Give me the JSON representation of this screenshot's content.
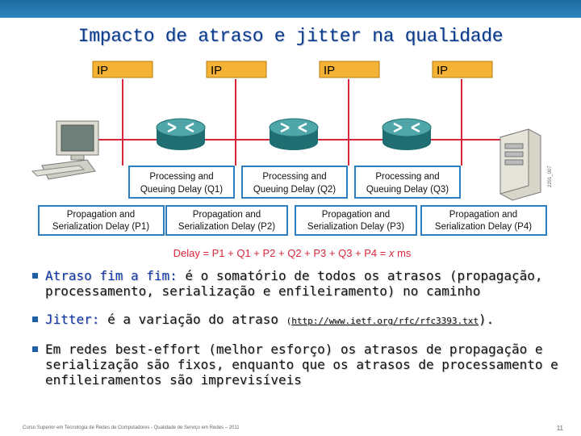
{
  "title": "Impacto de atraso e jitter na qualidade",
  "diagram": {
    "ip_labels": [
      "IP",
      "IP",
      "IP",
      "IP"
    ],
    "processing_delays": [
      [
        "Processing and",
        "Queuing Delay (Q1)"
      ],
      [
        "Processing and",
        "Queuing Delay (Q2)"
      ],
      [
        "Processing and",
        "Queuing Delay (Q3)"
      ]
    ],
    "propagation_delays": [
      [
        "Propagation and",
        "Serialization Delay (P1)"
      ],
      [
        "Propagation and",
        "Serialization Delay (P2)"
      ],
      [
        "Propagation and",
        "Serialization Delay (P3)"
      ],
      [
        "Propagation and",
        "Serialization Delay (P4)"
      ]
    ],
    "formula_prefix": "Delay = P1 + Q1 + P2 + Q2 + P3 + Q3 + P4 = ",
    "formula_var": "x",
    "formula_unit": " ms",
    "figure_id": "2291_007",
    "colors": {
      "ip_fill": "#f5b335",
      "line": "#d9263a",
      "box_border": "#2f7fc0",
      "router": "#2d8c8c"
    }
  },
  "bullets": {
    "b1_term": "Atraso fim a fim:",
    "b1_text": " é o somatório de todos os atrasos (propagação, processamento, serialização e enfileiramento) no caminho",
    "b2_term": "Jitter:",
    "b2_text": " é a variação do atraso ",
    "b2_paren_open": "(",
    "b2_link": "http://www.ietf.org/rfc/rfc3393.txt",
    "b2_paren_close": ").",
    "b3_text": "Em redes best-effort (melhor esforço) os atrasos de propagação e serialização são fixos, enquanto que os atrasos  de processamento e enfileiramentos são imprevisíveis"
  },
  "footer": {
    "text": "Curso Superior em Tecnologia de Redes de Computadores - Qualidade de Serviço em Redes – 2011",
    "page": "11"
  }
}
